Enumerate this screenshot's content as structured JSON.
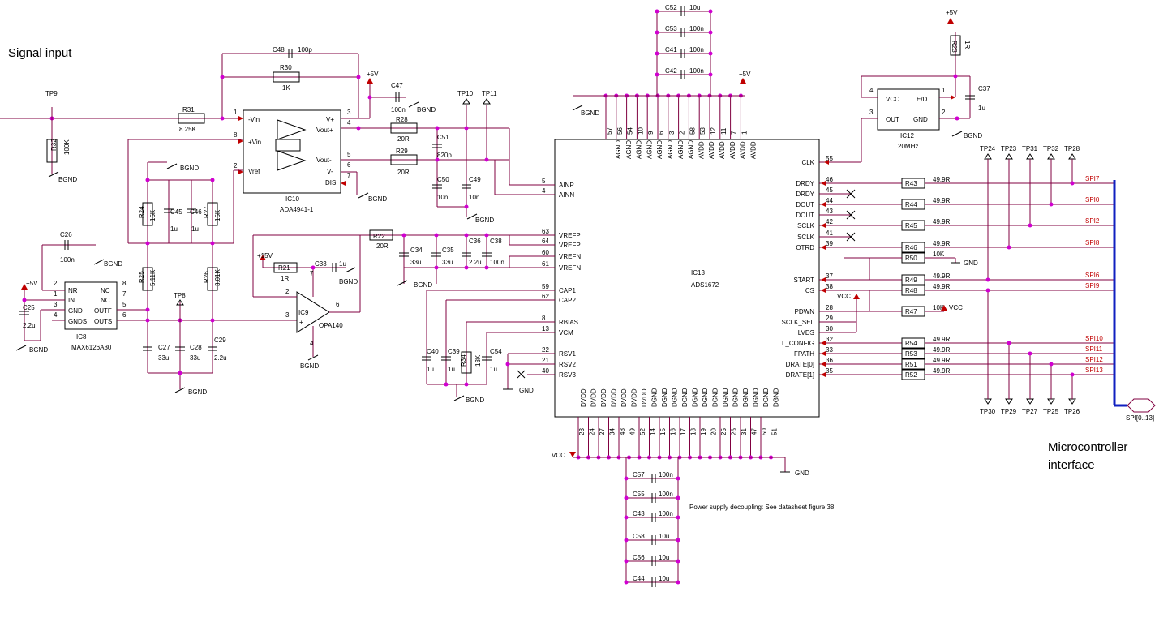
{
  "labels": {
    "signal_input": "Signal input",
    "micro_interface_1": "Microcontroller",
    "micro_interface_2": "interface",
    "note": "Power supply decoupling: See datasheet figure 38",
    "bus": "SPI[0..13]"
  },
  "ics": {
    "ic13": {
      "ref": "IC13",
      "part": "ADS1672"
    },
    "ic10": {
      "ref": "IC10",
      "part": "ADA4941-1"
    },
    "ic9": {
      "ref": "IC9",
      "part": "OPA140"
    },
    "ic8": {
      "ref": "IC8",
      "part": "MAX6126A30"
    },
    "ic12": {
      "ref": "IC12",
      "part": "20MHz"
    }
  },
  "ic13_left_pins": [
    {
      "num": "5",
      "name": "AINP"
    },
    {
      "num": "4",
      "name": "AINN"
    },
    {
      "num": "63",
      "name": "VREFP"
    },
    {
      "num": "64",
      "name": "VREFP"
    },
    {
      "num": "60",
      "name": "VREFN"
    },
    {
      "num": "61",
      "name": "VREFN"
    },
    {
      "num": "59",
      "name": "CAP1"
    },
    {
      "num": "62",
      "name": "CAP2"
    },
    {
      "num": "8",
      "name": "RBIAS"
    },
    {
      "num": "13",
      "name": "VCM"
    },
    {
      "num": "22",
      "name": "RSV1"
    },
    {
      "num": "21",
      "name": "RSV2"
    },
    {
      "num": "40",
      "name": "RSV3"
    }
  ],
  "ic13_right_pins": [
    {
      "num": "55",
      "name": "CLK"
    },
    {
      "num": "46",
      "name": "DRDY"
    },
    {
      "num": "45",
      "name": "DRDY"
    },
    {
      "num": "44",
      "name": "DOUT"
    },
    {
      "num": "43",
      "name": "DOUT"
    },
    {
      "num": "42",
      "name": "SCLK"
    },
    {
      "num": "41",
      "name": "SCLK"
    },
    {
      "num": "39",
      "name": "OTRD"
    },
    {
      "num": "37",
      "name": "START"
    },
    {
      "num": "38",
      "name": "CS"
    },
    {
      "num": "28",
      "name": "PDWN"
    },
    {
      "num": "29",
      "name": "SCLK_SEL"
    },
    {
      "num": "30",
      "name": "LVDS"
    },
    {
      "num": "32",
      "name": "LL_CONFIG"
    },
    {
      "num": "33",
      "name": "FPATH"
    },
    {
      "num": "36",
      "name": "DRATE[0]"
    },
    {
      "num": "35",
      "name": "DRATE[1]"
    }
  ],
  "ic13_top_pins": [
    {
      "num": "57",
      "name": "AGND"
    },
    {
      "num": "56",
      "name": "AGND"
    },
    {
      "num": "54",
      "name": "AGND"
    },
    {
      "num": "10",
      "name": "AGND"
    },
    {
      "num": "9",
      "name": "AGND"
    },
    {
      "num": "6",
      "name": "AGND"
    },
    {
      "num": "3",
      "name": "AGND"
    },
    {
      "num": "2",
      "name": "AGND"
    },
    {
      "num": "58",
      "name": "AVDD"
    },
    {
      "num": "53",
      "name": "AVDD"
    },
    {
      "num": "12",
      "name": "AVDD"
    },
    {
      "num": "11",
      "name": "AVDD"
    },
    {
      "num": "7",
      "name": "AVDD"
    },
    {
      "num": "1",
      "name": "AVDD"
    }
  ],
  "ic13_bottom_pins": [
    {
      "num": "23",
      "name": "DVDD"
    },
    {
      "num": "24",
      "name": "DVDD"
    },
    {
      "num": "27",
      "name": "DVDD"
    },
    {
      "num": "34",
      "name": "DVDD"
    },
    {
      "num": "48",
      "name": "DVDD"
    },
    {
      "num": "49",
      "name": "DVDD"
    },
    {
      "num": "52",
      "name": "DVDD"
    },
    {
      "num": "14",
      "name": "DGND"
    },
    {
      "num": "15",
      "name": "DGND"
    },
    {
      "num": "16",
      "name": "DGND"
    },
    {
      "num": "17",
      "name": "DGND"
    },
    {
      "num": "18",
      "name": "DGND"
    },
    {
      "num": "19",
      "name": "DGND"
    },
    {
      "num": "20",
      "name": "DGND"
    },
    {
      "num": "25",
      "name": "DGND"
    },
    {
      "num": "26",
      "name": "DGND"
    },
    {
      "num": "31",
      "name": "DGND"
    },
    {
      "num": "47",
      "name": "DGND"
    },
    {
      "num": "50",
      "name": "DGND"
    },
    {
      "num": "51",
      "name": "DGND"
    }
  ],
  "ic10_pins": [
    {
      "num": "1",
      "name": "-Vin"
    },
    {
      "num": "8",
      "name": "+Vin"
    },
    {
      "num": "2",
      "name": "Vref"
    },
    {
      "num": "3",
      "name": "V+"
    },
    {
      "num": "4",
      "name": "Vout+"
    },
    {
      "num": "5",
      "name": "Vout-"
    },
    {
      "num": "6",
      "name": "V-"
    },
    {
      "num": "7",
      "name": "DIS"
    }
  ],
  "ic8_pins": [
    {
      "num": "2",
      "name": "NR"
    },
    {
      "num": "1",
      "name": "IN"
    },
    {
      "num": "3",
      "name": "GND"
    },
    {
      "num": "4",
      "name": "GNDS"
    },
    {
      "num": "8",
      "name": "NC"
    },
    {
      "num": "7",
      "name": "NC"
    },
    {
      "num": "5",
      "name": "OUTF"
    },
    {
      "num": "6",
      "name": "OUTS"
    }
  ],
  "ic12_pins": [
    {
      "num": "4",
      "name": "VCC"
    },
    {
      "num": "3",
      "name": "OUT"
    },
    {
      "num": "1",
      "name": "E/D"
    },
    {
      "num": "2",
      "name": "GND"
    }
  ],
  "digital_resistors": [
    {
      "ref": "R43",
      "val": "49.9R",
      "spi": "SPI7"
    },
    {
      "ref": "R44",
      "val": "49.9R",
      "spi": "SPI0"
    },
    {
      "ref": "R45",
      "val": "49.9R",
      "spi": "SPI2"
    },
    {
      "ref": "R46",
      "val": "49.9R",
      "spi": "SPI8"
    },
    {
      "ref": "R50",
      "val": "10K",
      "spi": ""
    },
    {
      "ref": "R49",
      "val": "49.9R",
      "spi": "SPI6"
    },
    {
      "ref": "R48",
      "val": "49.9R",
      "spi": "SPI9"
    },
    {
      "ref": "R47",
      "val": "10K",
      "spi": ""
    },
    {
      "ref": "R54",
      "val": "49.9R",
      "spi": "SPI10"
    },
    {
      "ref": "R53",
      "val": "49.9R",
      "spi": "SPI11"
    },
    {
      "ref": "R51",
      "val": "49.9R",
      "spi": "SPI12"
    },
    {
      "ref": "R52",
      "val": "49.9R",
      "spi": "SPI13"
    }
  ],
  "testpoints_top": [
    "TP24",
    "TP23",
    "TP31",
    "TP32",
    "TP28"
  ],
  "testpoints_bottom": [
    "TP30",
    "TP29",
    "TP27",
    "TP25",
    "TP26"
  ],
  "top_caps": [
    {
      "ref": "C52",
      "val": "10u"
    },
    {
      "ref": "C53",
      "val": "100n"
    },
    {
      "ref": "C41",
      "val": "100n"
    },
    {
      "ref": "C42",
      "val": "100n"
    }
  ],
  "bottom_caps": [
    {
      "ref": "C57",
      "val": "100n"
    },
    {
      "ref": "C55",
      "val": "100n"
    },
    {
      "ref": "C43",
      "val": "100n"
    },
    {
      "ref": "C58",
      "val": "10u"
    },
    {
      "ref": "C56",
      "val": "10u"
    },
    {
      "ref": "C44",
      "val": "10u"
    }
  ],
  "parts": {
    "c48": "C48",
    "c48v": "100p",
    "r30": "R30",
    "r30v": "1K",
    "r31": "R31",
    "r31v": "8.25K",
    "r32": "R32",
    "r32v": "100K",
    "tp9": "TP9",
    "c47": "C47",
    "c47v": "100n",
    "r28": "R28",
    "r28v": "20R",
    "r29": "R29",
    "r29v": "20R",
    "c51": "C51",
    "c51v": "820p",
    "c50": "C50",
    "c50v": "10n",
    "c49": "C49",
    "c49v": "10n",
    "tp10": "TP10",
    "tp11": "TP11",
    "r24": "R24",
    "r24v": "15K",
    "r27": "R27",
    "r27v": "15K",
    "c45": "C45",
    "c45v": "1u",
    "c46": "C46",
    "c46v": "1u",
    "r25": "R25",
    "r25v": "5.11K",
    "r26": "R26",
    "r26v": "3.01K",
    "c26": "C26",
    "c26v": "100n",
    "c25": "C25",
    "c25v": "2.2u",
    "c27": "C27",
    "c27v": "33u",
    "c28": "C28",
    "c28v": "33u",
    "c29": "C29",
    "c29v": "2.2u",
    "tp8": "TP8",
    "r21": "R21",
    "r21v": "1R",
    "c33": "C33",
    "c33v": "1u",
    "r22": "R22",
    "r22v": "20R",
    "c34": "C34",
    "c34v": "33u",
    "c35": "C35",
    "c35v": "33u",
    "c36": "C36",
    "c36v": "2.2u",
    "c38": "C38",
    "c38v": "100n",
    "c40": "C40",
    "c40v": "1u",
    "c39": "C39",
    "c39v": "1u",
    "r34": "R34",
    "r34v": "13K",
    "c54": "C54",
    "c54v": "1u",
    "r23": "R23",
    "r23v": "1R",
    "c37": "C37",
    "c37v": "1u"
  },
  "nets": {
    "p5v": "+5V",
    "p15v": "+15V",
    "bgnd": "BGND",
    "gnd": "GND",
    "vcc": "VCC"
  }
}
